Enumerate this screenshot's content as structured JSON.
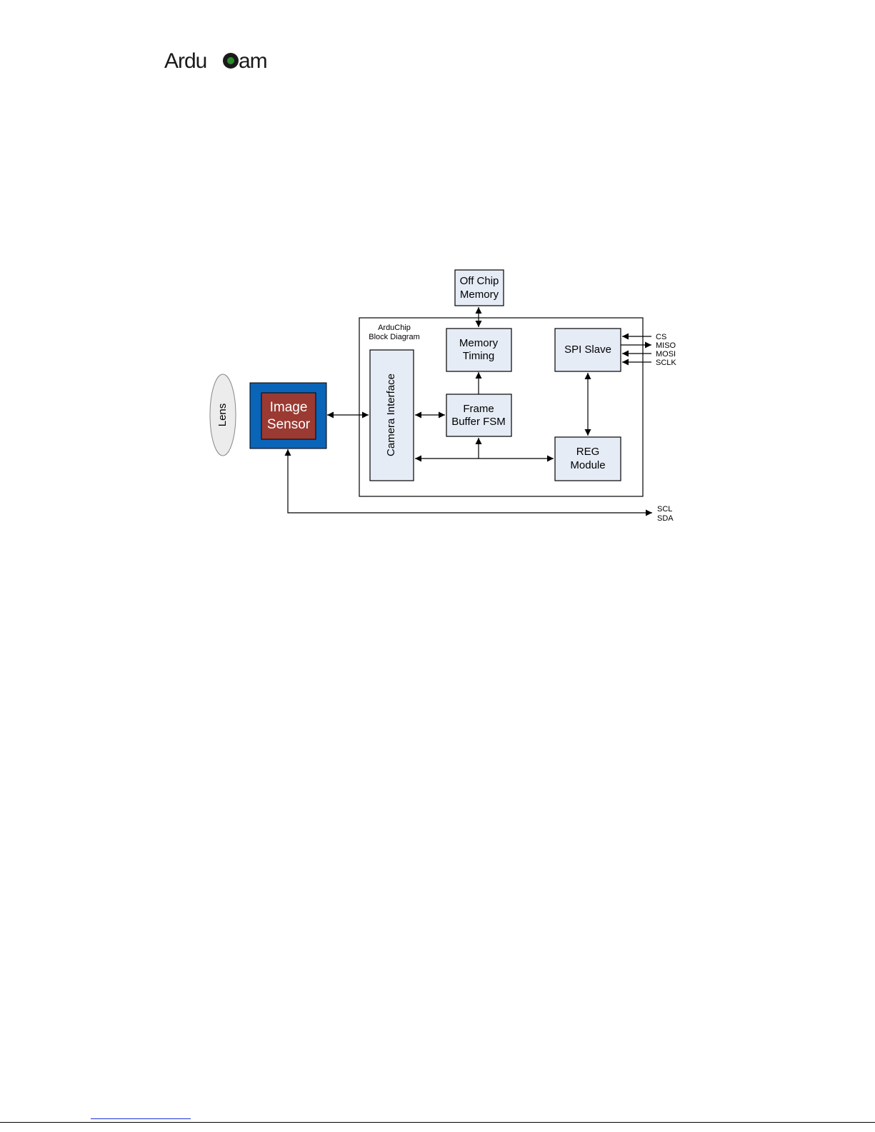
{
  "logo": {
    "text": "ArduCam",
    "accent_color": "#2b8a2b"
  },
  "diagram": {
    "lens": "Lens",
    "image_sensor": [
      "Image",
      "Sensor"
    ],
    "off_chip_memory": [
      "Off Chip",
      "Memory"
    ],
    "arduchip_title": [
      "ArduChip",
      "Block Diagram"
    ],
    "memory_timing": [
      "Memory",
      "Timing"
    ],
    "spi_slave": "SPI Slave",
    "camera_interface": "Camera Interface",
    "frame_buffer": [
      "Frame",
      "Buffer FSM"
    ],
    "reg_module": [
      "REG",
      "Module"
    ],
    "spi_signals": [
      "CS",
      "MISO",
      "MOSI",
      "SCLK"
    ],
    "i2c_signals": [
      "SCL",
      "SDA"
    ],
    "colors": {
      "block_fill": "#e6ecf6",
      "sensor_outer": "#0a64b8",
      "sensor_inner": "#9a3a32",
      "lens_fill": "#ececec"
    }
  }
}
